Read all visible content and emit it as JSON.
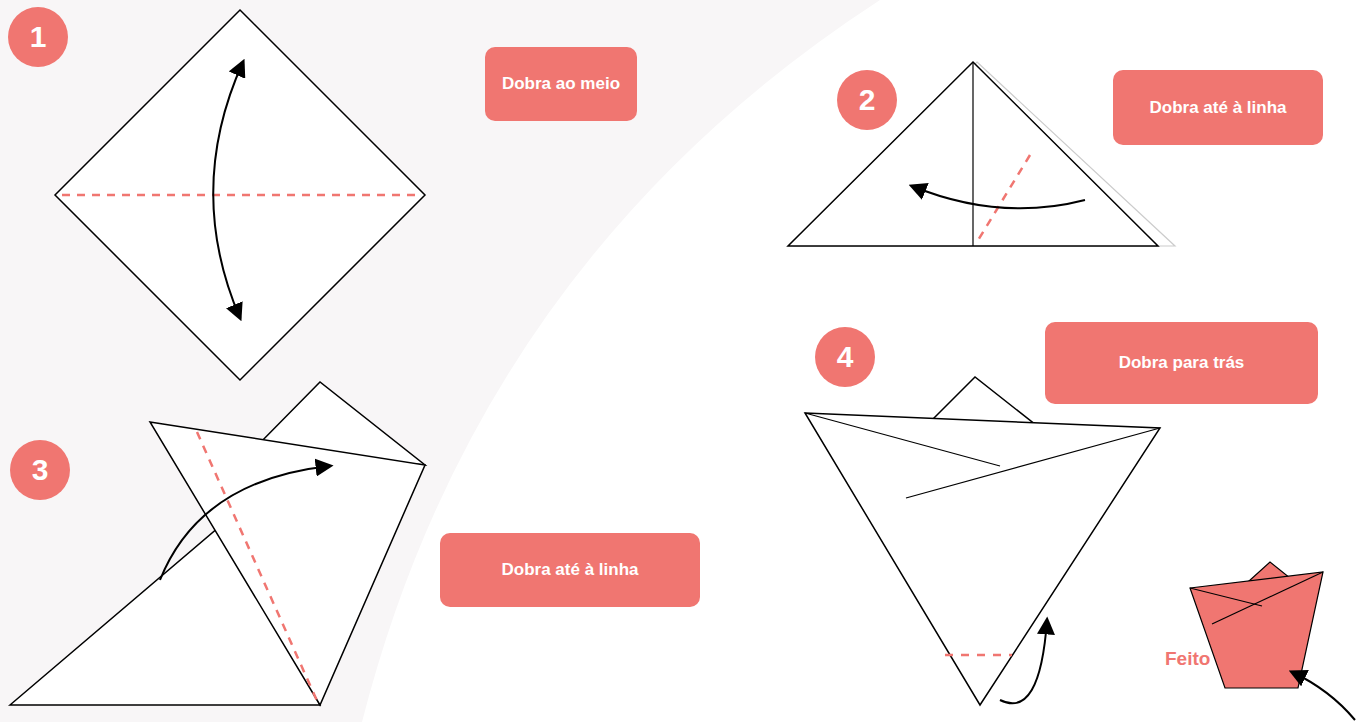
{
  "diagram": {
    "nodes": [
      {
        "text": [
          "1"
        ]
      },
      {
        "text": [
          "Dobra ao meio"
        ]
      },
      {
        "text": [
          "2"
        ]
      },
      {
        "text": [
          "Dobra até à linha"
        ]
      },
      {
        "text": [
          "3"
        ]
      },
      {
        "text": [
          "Dobra até à linha"
        ]
      },
      {
        "text": [
          "4"
        ]
      },
      {
        "text": [
          "Dobra para trás"
        ]
      }
    ],
    "labels": [
      "Feito"
    ]
  }
}
